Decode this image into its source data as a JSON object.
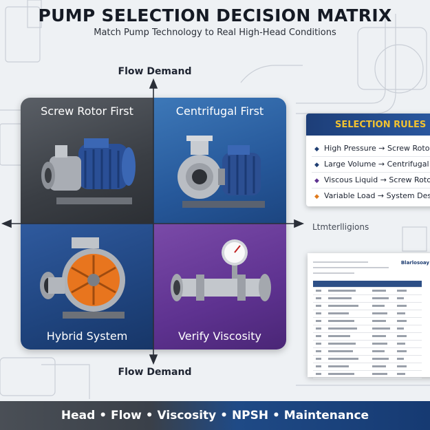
{
  "header": {
    "title": "PUMP SELECTION DECISION MATRIX",
    "subtitle": "Match Pump Technology to Real High-Head Conditions"
  },
  "axes": {
    "top_label": "Flow Demand",
    "bottom_label": "Flow Demand"
  },
  "matrix": {
    "quadrants": [
      {
        "label": "Screw Rotor First",
        "color": "#4a4e55",
        "icon": "electric-pump-icon"
      },
      {
        "label": "Centrifugal First",
        "color": "#2a5c9e",
        "icon": "centrifugal-pump-icon"
      },
      {
        "label": "Hybrid System",
        "color": "#234a86",
        "icon": "impeller-pump-icon"
      },
      {
        "label": "Verify Viscosity",
        "color": "#653896",
        "icon": "pressure-gauge-pipe-icon"
      }
    ]
  },
  "rules": {
    "title": "SELECTION RULES",
    "items": [
      {
        "text": "High Pressure → Screw Rotor",
        "bullet_color": "#1f3e72"
      },
      {
        "text": "Large Volume → Centrifugal",
        "bullet_color": "#1f3e72"
      },
      {
        "text": "Viscous Liquid → Screw Rotor",
        "bullet_color": "#5e3290"
      },
      {
        "text": "Variable Load → System Design",
        "bullet_color": "#e07a1c"
      }
    ]
  },
  "conditions": {
    "label": "Ltmterlligions"
  },
  "document": {
    "brand": "Blarlosoay"
  },
  "footer": {
    "text": "Head • Flow • Viscosity • NPSH • Maintenance"
  }
}
